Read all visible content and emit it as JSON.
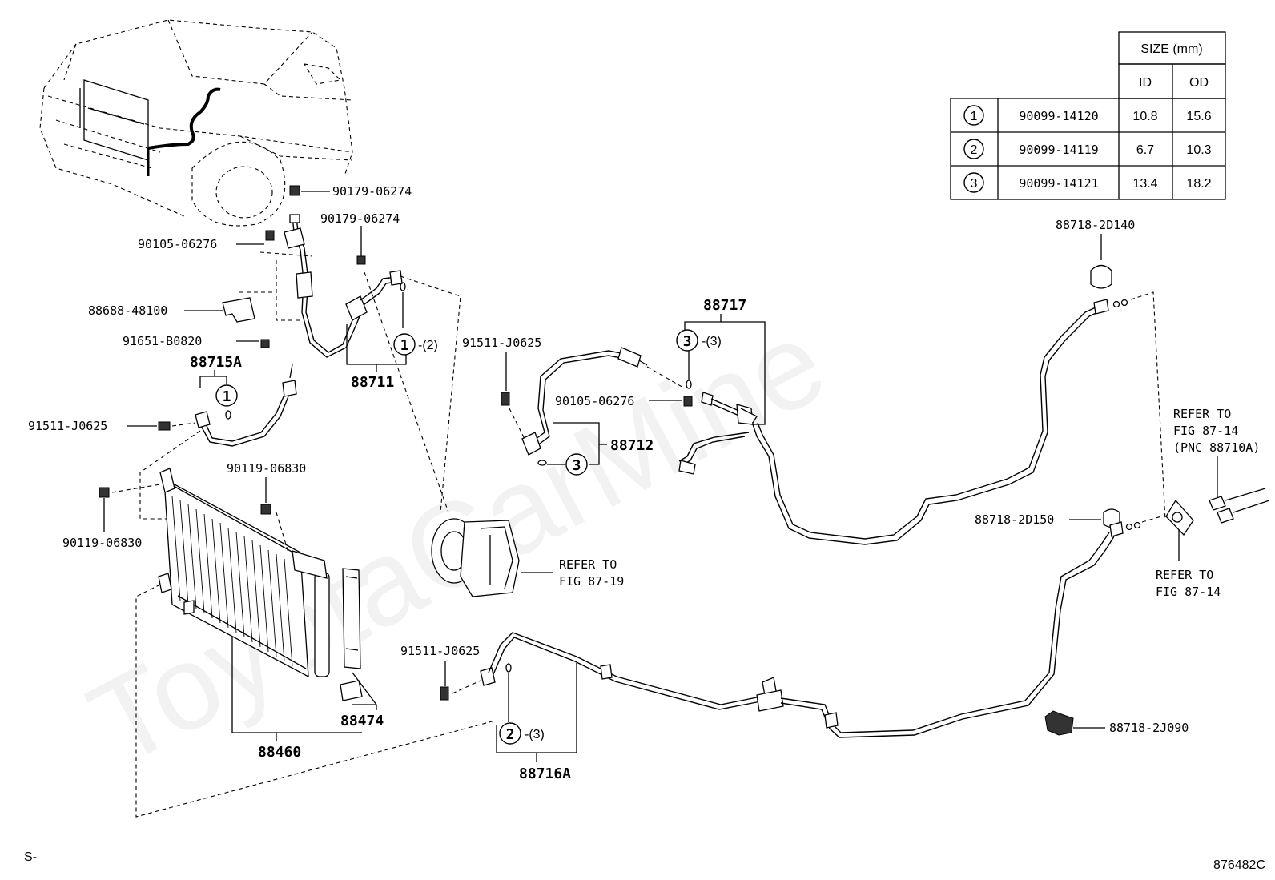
{
  "size_table": {
    "title": "SIZE (mm)",
    "col_id": "ID",
    "col_od": "OD",
    "rows": [
      {
        "mark": "1",
        "part": "90099-14120",
        "id": "10.8",
        "od": "15.6"
      },
      {
        "mark": "2",
        "part": "90099-14119",
        "id": "6.7",
        "od": "10.3"
      },
      {
        "mark": "3",
        "part": "90099-14121",
        "id": "13.4",
        "od": "18.2"
      }
    ]
  },
  "labels": {
    "p90179_a": "90179-06274",
    "p90179_b": "90179-06274",
    "p90105_a": "90105-06276",
    "p88688": "88688-48100",
    "p91651": "91651-B0820",
    "p88715a": "88715A",
    "p91511_a": "91511-J0625",
    "p88711": "88711",
    "qty_88711": "-(2)",
    "p90119_a": "90119-06830",
    "p90119_b": "90119-06830",
    "p88460": "88460",
    "p88474": "88474",
    "p91511_b": "91511-J0625",
    "p90105_b": "90105-06276",
    "p88712": "88712",
    "p88717": "88717",
    "qty_88717": "-(3)",
    "p91511_c": "91511-J0625",
    "p88716a": "88716A",
    "qty_88716a": "-(3)",
    "p88718_2d140": "88718-2D140",
    "p88718_2d150": "88718-2D150",
    "p88718_2j090": "88718-2J090",
    "refer_a1": "REFER TO",
    "refer_a2": "FIG 87-19",
    "refer_b1": "REFER TO",
    "refer_b2": "FIG 87-14",
    "refer_b3": "(PNC 88710A)",
    "refer_c1": "REFER TO",
    "refer_c2": "FIG 87-14",
    "mark1": "1",
    "mark2": "2",
    "mark3": "3",
    "footer_left": "S-",
    "footer_right": "876482C",
    "watermark": "ToyotaCarMine"
  }
}
